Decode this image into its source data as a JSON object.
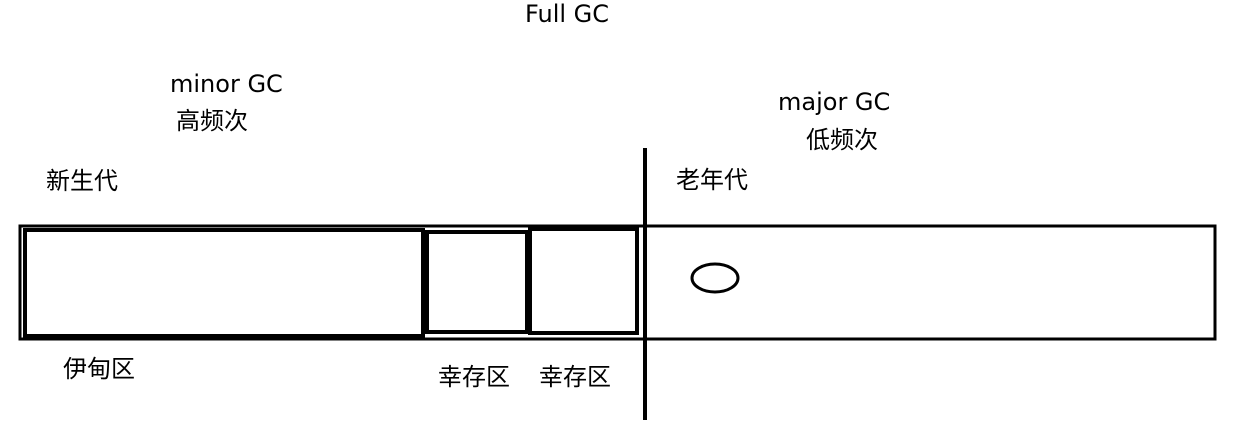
{
  "title": "Full GC",
  "young": {
    "gc_name": "minor GC",
    "frequency": "高频次",
    "region_label": "新生代",
    "eden_label": "伊甸区",
    "survivor1_label": "幸存区",
    "survivor2_label": "幸存区"
  },
  "old": {
    "gc_name": "major GC",
    "frequency": "低频次",
    "region_label": "老年代"
  }
}
